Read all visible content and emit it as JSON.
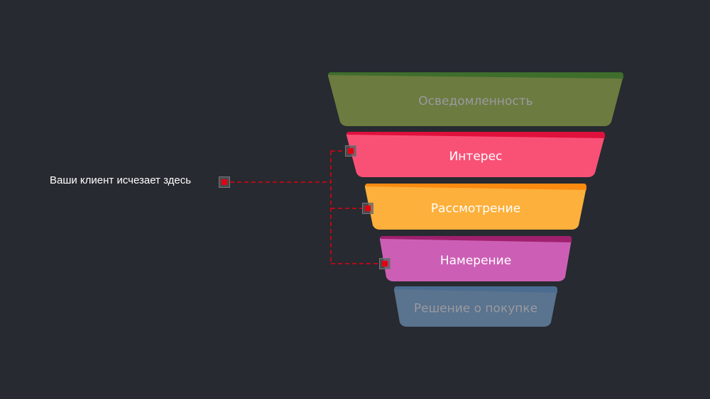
{
  "funnel": {
    "stages": [
      {
        "label": "Осведомленность",
        "color": "#6c7b40",
        "top": "#3f6e2c",
        "text": "#9a9aa0"
      },
      {
        "label": "Интерес",
        "color": "#f95176",
        "top": "#e0103c",
        "text": "#ffffff"
      },
      {
        "label": "Рассмотрение",
        "color": "#fdb03b",
        "top": "#fa8a10",
        "text": "#ffffff"
      },
      {
        "label": "Намерение",
        "color": "#cc5fb5",
        "top": "#a0206e",
        "text": "#ffffff"
      },
      {
        "label": "Решение о покупке",
        "color": "#5a738e",
        "top": "#4a6c90",
        "text": "#9a9aa0"
      }
    ]
  },
  "callout": {
    "label": "Ваши клиент исчезает здесь",
    "marker_color": "#e3000f"
  }
}
